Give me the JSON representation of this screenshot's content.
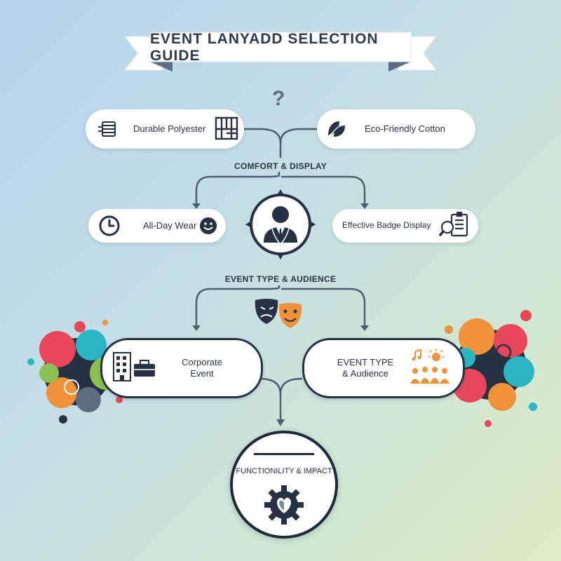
{
  "title": "EVENT LANYADD SELECTION GUIDE",
  "question_mark": "?",
  "materials": {
    "left": {
      "label": "Durable Polyester",
      "icons": [
        "spool-icon",
        "weave-icon"
      ]
    },
    "right": {
      "label": "Eco-Friendly Cotton",
      "icons": [
        "leaf-icon"
      ]
    }
  },
  "comfort_section": {
    "label": "COMFORT & DISPLAY",
    "left": {
      "label": "All-Day Wear",
      "icons": [
        "clock-icon",
        "smiley-icon"
      ]
    },
    "right": {
      "label": "Effective Badge Display",
      "icons": [
        "badge-magnifier-icon"
      ]
    },
    "center_icon": "person-with-lanyard-icon"
  },
  "event_section": {
    "label": "EVENT TYPE & AUDIENCE",
    "center_icon": "theater-masks-icon",
    "left": {
      "label_line1": "Corporate",
      "label_line2": "Event",
      "icons": [
        "office-building-icon",
        "briefcase-icon"
      ]
    },
    "right": {
      "label_line1": "EVENT TYPE",
      "label_line2": "& Audience",
      "icons": [
        "audience-concert-icon"
      ]
    }
  },
  "final": {
    "label": "FUNCTIONILITY & IMPACT",
    "icon": "gear-heart-icon"
  },
  "colors": {
    "dark": "#263243",
    "line": "#4f5f70",
    "accent_orange": "#f0923a",
    "accent_red": "#e8475b",
    "accent_teal": "#2bb6c4",
    "accent_green": "#8cc152"
  }
}
